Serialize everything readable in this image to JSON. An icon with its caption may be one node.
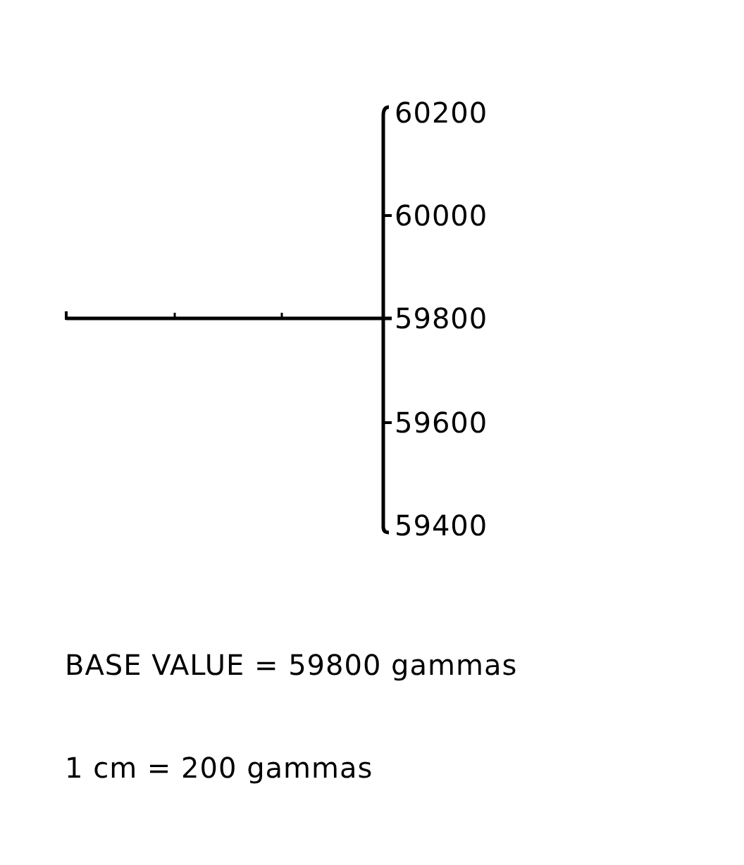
{
  "diagram": {
    "labels": [
      "60200",
      "60000",
      "59800",
      "59600",
      "59400",
      "BASE VALUE = 59800 gammas",
      "1 cm = 200 gammas"
    ]
  }
}
